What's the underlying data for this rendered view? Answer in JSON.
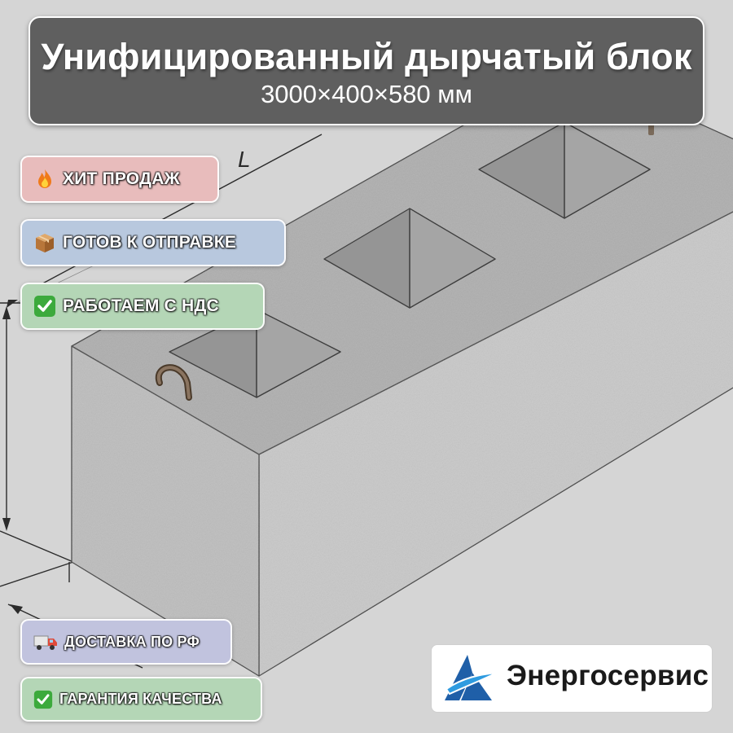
{
  "header": {
    "title": "Унифицированный дырчатый блок",
    "dimensions": "3000×400×580 мм"
  },
  "drawing": {
    "length_label": "L"
  },
  "badges": {
    "hit": {
      "label": "ХИТ ПРОДАЖ",
      "icon": "fire-icon"
    },
    "ready": {
      "label": "ГОТОВ К ОТПРАВКЕ",
      "icon": "package-icon"
    },
    "nds": {
      "label": "РАБОТАЕМ С НДС",
      "icon": "checkmark-icon"
    },
    "delivery": {
      "label": "ДОСТАВКА ПО РФ",
      "icon": "truck-icon"
    },
    "guarantee": {
      "label": "ГАРАНТИЯ КАЧЕСТВА",
      "icon": "checkmark-icon"
    }
  },
  "logo": {
    "brand_name": "Энергосервис",
    "icon": "energoservis-logo-icon",
    "colors": {
      "dark_blue": "#1f5fa8",
      "light_blue": "#2e9be0"
    }
  },
  "colors": {
    "header_bg": "#5f5f5f",
    "concrete_top": "#a9a9a9",
    "concrete_front": "#c9c9c9",
    "concrete_side": "#bdbdbd",
    "badge_hit": "#e8bcbc",
    "badge_ready": "#b8c8de",
    "badge_green": "#b4d6b6",
    "badge_delivery": "#c1c3de"
  }
}
